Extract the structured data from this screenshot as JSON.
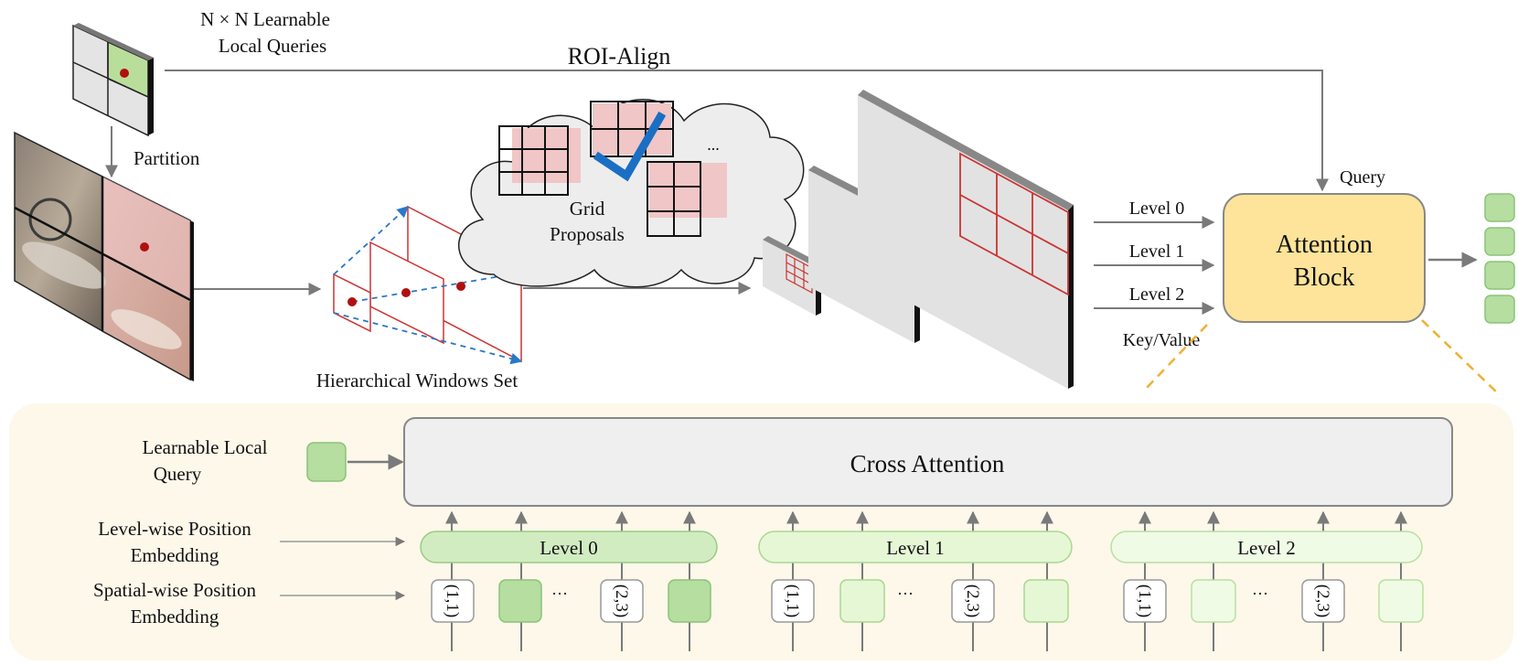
{
  "top": {
    "queries_label_line1": "N × N Learnable",
    "queries_label_line2": "Local Queries",
    "partition_label": "Partition",
    "roi_align_label": "ROI-Align",
    "grid_proposals_line1": "Grid",
    "grid_proposals_line2": "Proposals",
    "ellipsis": "...",
    "windows_label": "Hierarchical Windows Set",
    "levels": [
      "Level 0",
      "Level 1",
      "Level 2"
    ],
    "query_label": "Query",
    "key_value_label": "Key/Value",
    "attention_block_line1": "Attention",
    "attention_block_line2": "Block"
  },
  "bottom": {
    "learnable_query_line1": "Learnable Local",
    "learnable_query_line2": "Query",
    "cross_attention": "Cross Attention",
    "level_pos_line1": "Level-wise Position",
    "level_pos_line2": "Embedding",
    "spatial_pos_line1": "Spatial-wise Position",
    "spatial_pos_line2": "Embedding",
    "levels": [
      "Level 0",
      "Level 1",
      "Level 2"
    ],
    "token_first": "(1,1)",
    "token_last": "(2,3)",
    "ellipsis": "···"
  },
  "colors": {
    "panel_bg": "#fdf8ea",
    "attention_fill": "#fde49a",
    "attention_stroke": "#888888",
    "green_token": "#b5dea0",
    "light_green_token": "#e6f7d6",
    "pink": "#f1c6c6",
    "red_grid": "#cc3333",
    "blue_check": "#1a6fc4",
    "orange_dash": "#f0b030",
    "arrow_gray": "#7a7a7a"
  }
}
